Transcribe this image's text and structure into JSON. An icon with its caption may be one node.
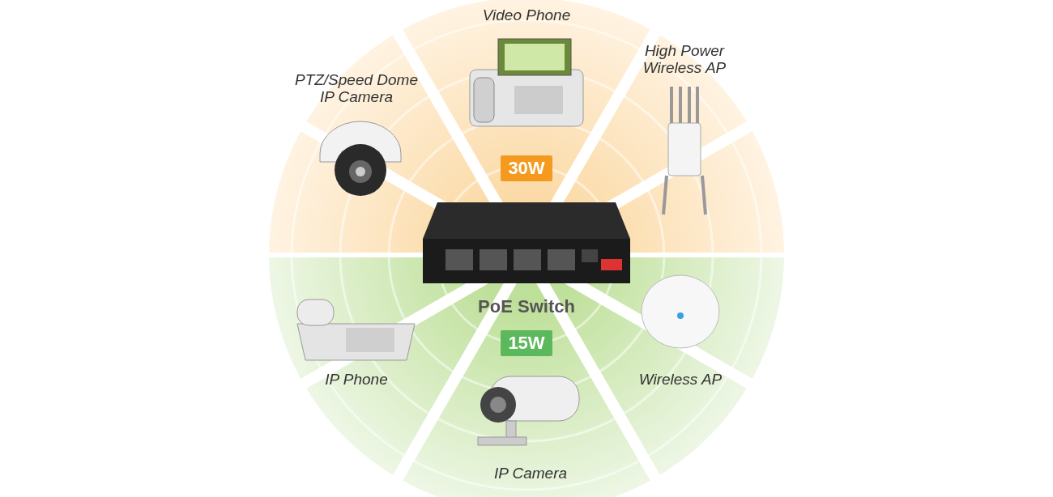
{
  "diagram": {
    "nodes": [
      {
        "text": [
          "Video Phone"
        ]
      },
      {
        "text": [
          "High Power Wireless AP"
        ]
      },
      {
        "text": [
          "PTZ/Speed Dome IP Camera"
        ]
      },
      {
        "text": [
          "30W"
        ]
      },
      {
        "text": [
          "PoE Switch"
        ]
      },
      {
        "text": [
          "15W"
        ]
      },
      {
        "text": [
          "IP Phone"
        ]
      },
      {
        "text": [
          "Wireless AP"
        ]
      },
      {
        "text": [
          "IP Camera"
        ]
      }
    ]
  }
}
